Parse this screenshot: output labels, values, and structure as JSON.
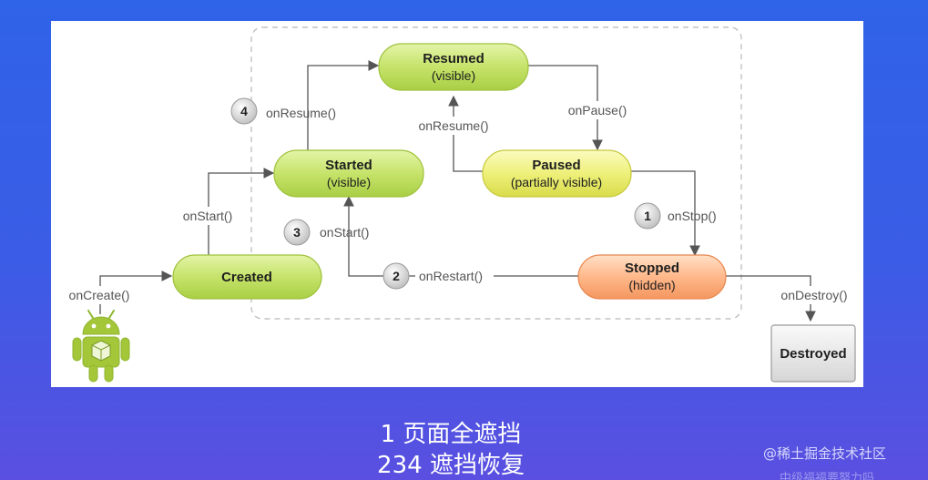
{
  "diagram": {
    "states": {
      "resumed": {
        "name": "Resumed",
        "sub": "(visible)"
      },
      "started": {
        "name": "Started",
        "sub": "(visible)"
      },
      "paused": {
        "name": "Paused",
        "sub": "(partially visible)"
      },
      "created": {
        "name": "Created"
      },
      "stopped": {
        "name": "Stopped",
        "sub": "(hidden)"
      },
      "destroyed": {
        "name": "Destroyed"
      }
    },
    "callbacks": {
      "on_create": "onCreate()",
      "on_start_left": "onStart()",
      "on_resume_left": "onResume()",
      "on_resume_mid": "onResume()",
      "on_pause": "onPause()",
      "on_stop": "onStop()",
      "on_restart": "onRestart()",
      "on_start_mid": "onStart()",
      "on_destroy": "onDestroy()"
    },
    "badges": {
      "b1": "1",
      "b2": "2",
      "b3": "3",
      "b4": "4"
    },
    "colors": {
      "green_state": "#c5e263",
      "yellow_state": "#eef07a",
      "orange_state": "#ffb98a",
      "gray_state": "#e6e6e6",
      "android_green": "#a4c639"
    }
  },
  "caption": {
    "line1": "1 页面全遮挡",
    "line2": "234 遮挡恢复"
  },
  "watermark": {
    "text": "@稀土掘金技术社区",
    "sub": "中级福福要努力吗"
  }
}
